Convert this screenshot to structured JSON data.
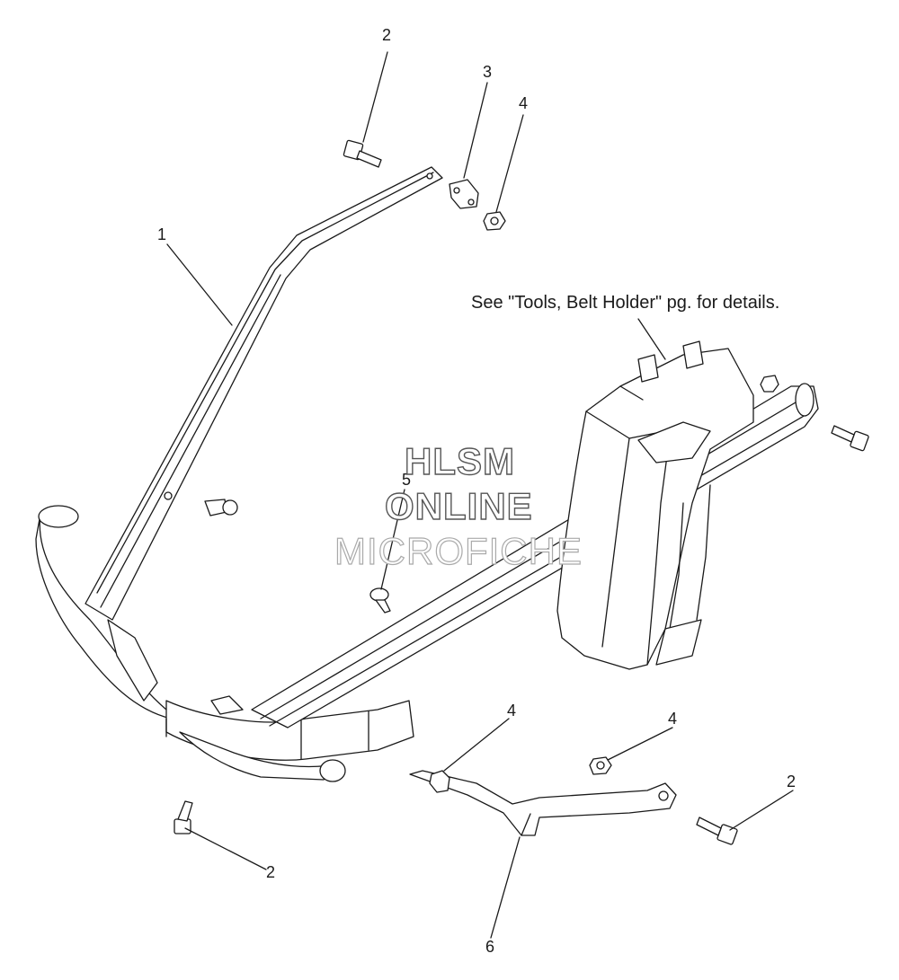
{
  "callouts": [
    {
      "id": "c1",
      "label": "1"
    },
    {
      "id": "c2a",
      "label": "2"
    },
    {
      "id": "c3",
      "label": "3"
    },
    {
      "id": "c4a",
      "label": "4"
    },
    {
      "id": "c5",
      "label": "5"
    },
    {
      "id": "c4b",
      "label": "4"
    },
    {
      "id": "c4c",
      "label": "4"
    },
    {
      "id": "c2b",
      "label": "2"
    },
    {
      "id": "c2c",
      "label": "2"
    },
    {
      "id": "c6",
      "label": "6"
    }
  ],
  "note": "See \"Tools, Belt Holder\" pg. for details.",
  "watermark": {
    "line1": "HLSM",
    "line2": "ONLINE",
    "line3": "MICROFICHE"
  },
  "colors": {
    "ink": "#1a1a1a",
    "background": "#ffffff"
  }
}
